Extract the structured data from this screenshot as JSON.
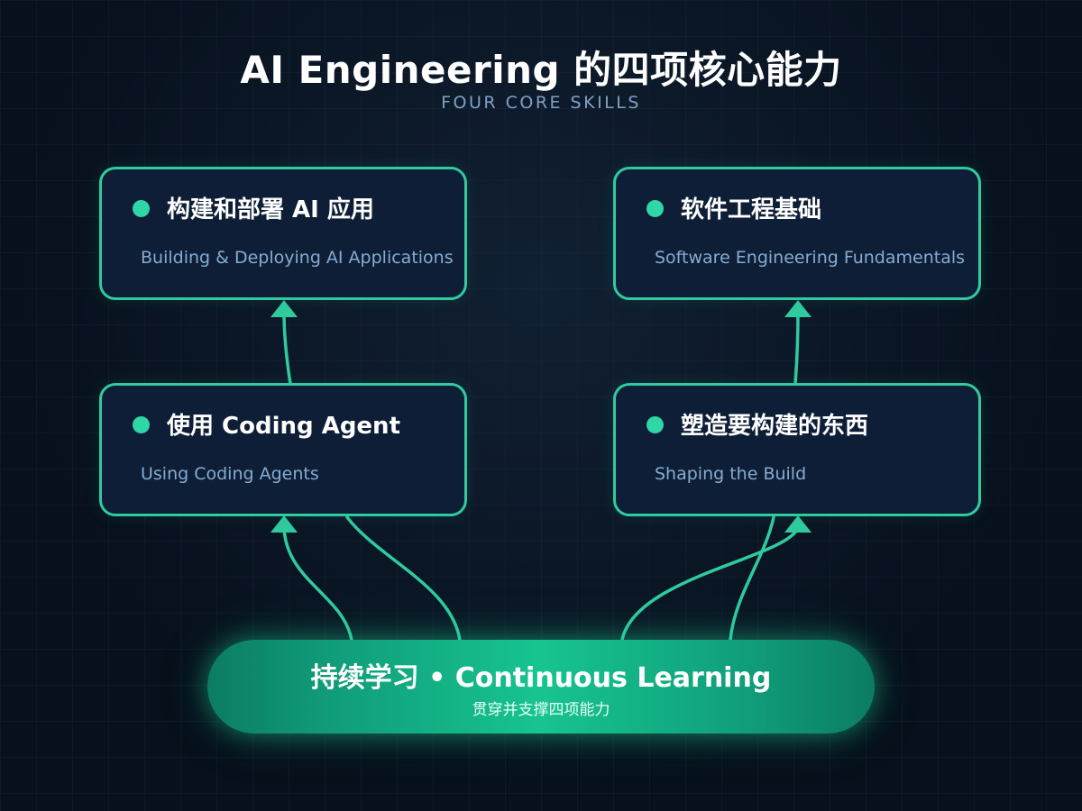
{
  "header": {
    "title": "AI Engineering 的四项核心能力",
    "subtitle": "FOUR CORE SKILLS"
  },
  "cards": {
    "deploy": {
      "title": "构建和部署 AI 应用",
      "subtitle": "Building & Deploying AI Applications"
    },
    "software": {
      "title": "软件工程基础",
      "subtitle": "Software Engineering Fundamentals"
    },
    "coding_agent": {
      "title": "使用 Coding Agent",
      "subtitle": "Using Coding Agents"
    },
    "shaping": {
      "title": "塑造要构建的东西",
      "subtitle": "Shaping the Build"
    }
  },
  "foundation": {
    "title": "持续学习 • Continuous Learning",
    "subtitle": "贯穿并支撑四项能力"
  },
  "colors": {
    "background": "#07101c",
    "card_fill": "#0e1e37",
    "accent": "#2fcb9e",
    "card_subtitle": "#86acd0",
    "header_subtitle": "#7fa1c4"
  }
}
